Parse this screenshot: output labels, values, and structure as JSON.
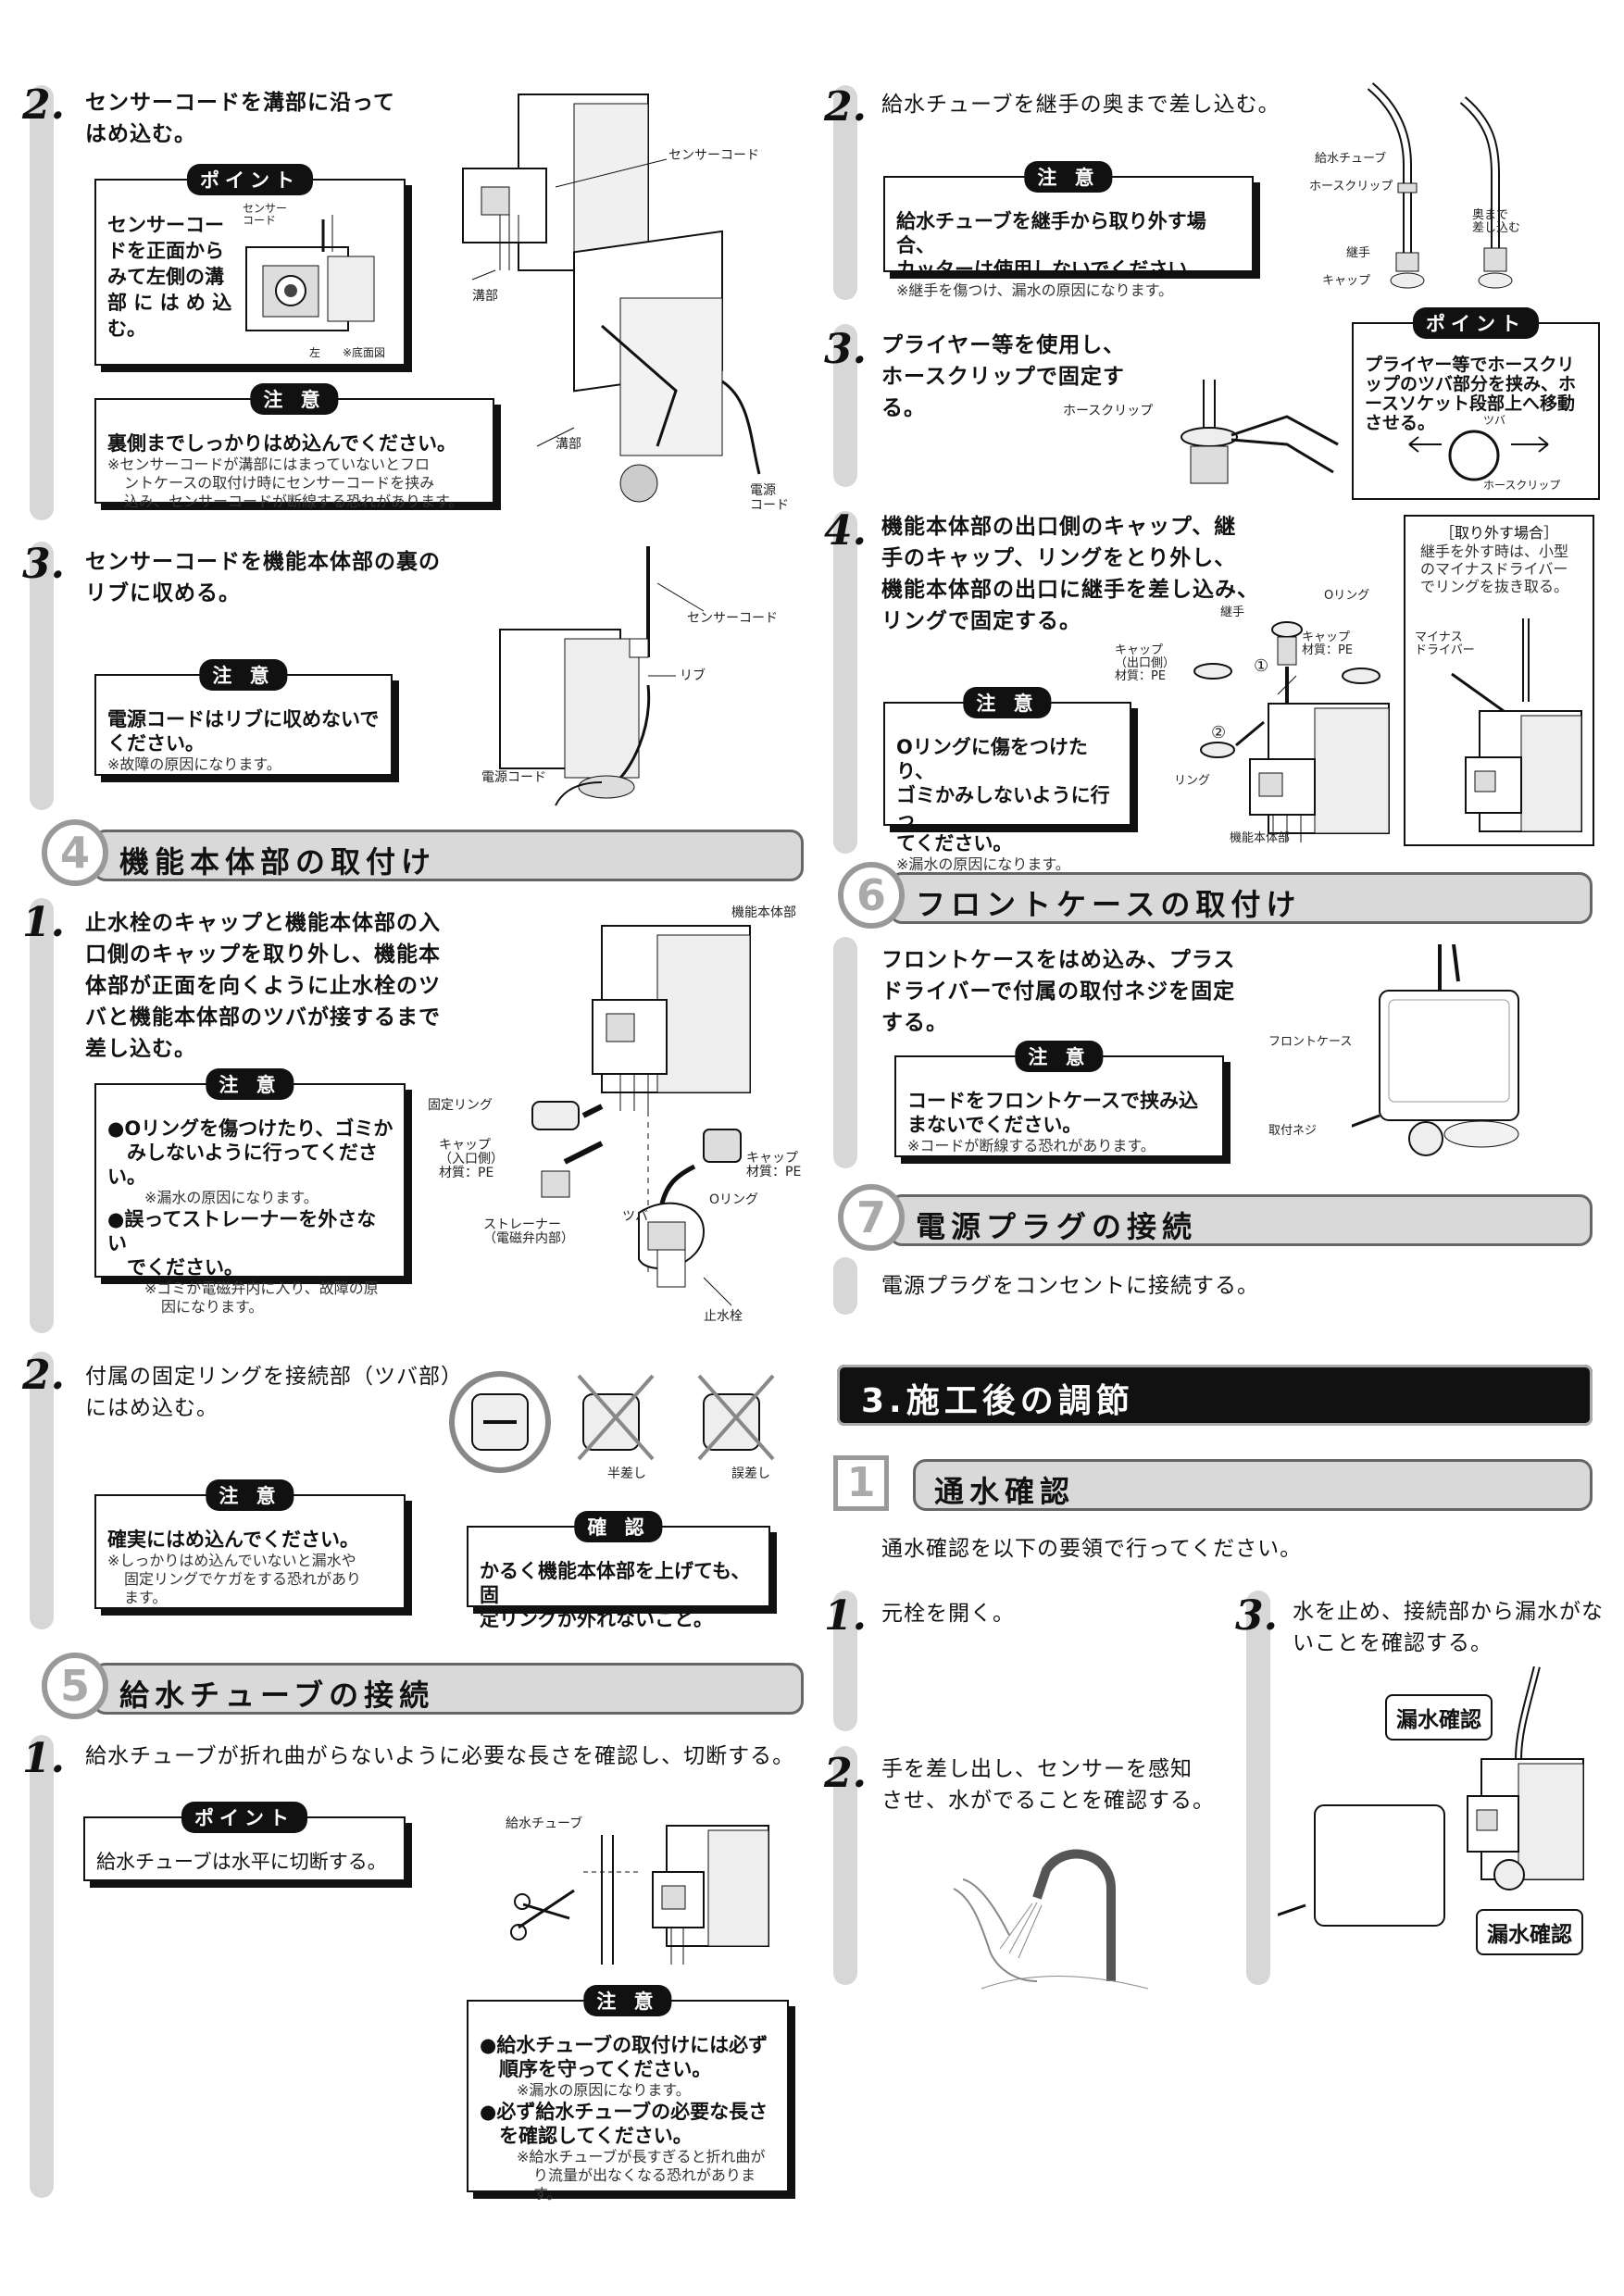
{
  "left": {
    "s2": {
      "num": "2.",
      "text1": "センサーコードを溝部に沿って",
      "text2": "はめ込む。",
      "point": {
        "badge": "ポイント",
        "l1": "センサーコー",
        "l2": "ドを正面から",
        "l3": "みて左側の溝",
        "l4": "部 に は め 込",
        "l5": "む。"
      },
      "caution": {
        "badge": "注 意",
        "t1": "裏側までしっかりはめ込んでください。",
        "s1": "※センサーコードが溝部にはまっていないとフロ",
        "s2": "ントケースの取付け時にセンサーコードを挟み",
        "s3": "込み、センサーコードが断線する恐れがあります。"
      },
      "labels": {
        "sensor_small": "センサー",
        "code_small": "コード",
        "left": "左",
        "bottom_view": "※底面図",
        "sensor_code": "センサーコード",
        "groove1": "溝部",
        "groove2": "溝部",
        "power": "電源",
        "code": "コード"
      }
    },
    "s3": {
      "num": "3.",
      "text1": "センサーコードを機能本体部の裏の",
      "text2": "リブに収める。",
      "caution": {
        "badge": "注 意",
        "t1": "電源コードはリブに収めないで",
        "t2": "ください。",
        "s1": "※故障の原因になります。"
      },
      "labels": {
        "sensor_code": "センサーコード",
        "rib": "リブ",
        "power_code": "電源コード"
      }
    },
    "sec4": {
      "num": "4",
      "title": "機能本体部の取付け"
    },
    "s4_1": {
      "num": "1.",
      "l1": "止水栓のキャップと機能本体部の入",
      "l2": "口側のキャップを取り外し、機能本",
      "l3": "体部が正面を向くように止水栓のツ",
      "l4": "バと機能本体部のツバが接するまで",
      "l5": "差し込む。",
      "caution": {
        "badge": "注 意",
        "t1": "●Oリングを傷つけたり、ゴミか",
        "t2": "　みしないように行ってください。",
        "s1": "※漏水の原因になります。",
        "t3": "●誤ってストレーナーを外さない",
        "t4": "　でください。",
        "s2": "※ゴミが電磁弁内に入り、故障の原",
        "s3": "因になります。"
      },
      "labels": {
        "body": "機能本体部",
        "ring": "固定リング",
        "cap_in1": "キャップ",
        "cap_in2": "（入口側）",
        "cap_in3": "材質：PE",
        "cap1": "キャップ",
        "cap2": "材質：PE",
        "strainer1": "ストレーナー",
        "strainer2": "（電磁弁内部）",
        "tsuba": "ツバ",
        "oring": "Oリング",
        "valve": "止水栓"
      }
    },
    "s4_2": {
      "num": "2.",
      "l1": "付属の固定リングを接続部（ツバ部）",
      "l2": "にはめ込む。",
      "caution": {
        "badge": "注 意",
        "t1": "確実にはめ込んでください。",
        "s1": "※しっかりはめ込んでいないと漏水や",
        "s2": "固定リングでケガをする恐れがあり",
        "s3": "ます。"
      },
      "confirm": {
        "badge": "確 認",
        "t1": "かるく機能本体部を上げても、固",
        "t2": "定リングが外れないこと。"
      },
      "labels": {
        "half": "半差し",
        "wrong": "誤差し"
      }
    },
    "sec5": {
      "num": "5",
      "title": "給水チューブの接続"
    },
    "s5_1": {
      "num": "1.",
      "text": "給水チューブが折れ曲がらないように必要な長さを確認し、切断する。",
      "point": {
        "badge": "ポイント",
        "t1": "給水チューブは水平に切断する。"
      },
      "caution": {
        "badge": "注 意",
        "t1": "●給水チューブの取付けには必ず",
        "t2": "　順序を守ってください。",
        "s1": "※漏水の原因になります。",
        "t3": "●必ず給水チューブの必要な長さ",
        "t4": "　を確認してください。",
        "s2": "※給水チューブが長すぎると折れ曲が",
        "s3": "り流量が出なくなる恐れがあります。"
      },
      "labels": {
        "tube": "給水チューブ"
      }
    }
  },
  "right": {
    "s5_2": {
      "num": "2.",
      "text": "給水チューブを継手の奥まで差し込む。",
      "caution": {
        "badge": "注 意",
        "t1": "給水チューブを継手から取り外す場合、",
        "t2": "カッターは使用しないでください。",
        "s1": "※継手を傷つけ、漏水の原因になります。"
      },
      "labels": {
        "tube": "給水チューブ",
        "clip": "ホースクリップ",
        "joint": "継手",
        "cap": "キャップ",
        "deep1": "奥まで",
        "deep2": "差し込む"
      }
    },
    "s5_3": {
      "num": "3.",
      "l1": "プライヤー等を使用し、",
      "l2": "ホースクリップで固定す",
      "l3": "る。",
      "point": {
        "badge": "ポイント",
        "t1": "プライヤー等でホースクリ",
        "t2": "ップのツバ部分を挟み、ホ",
        "t3": "ースソケット段部上へ移動",
        "t4": "させる。"
      },
      "labels": {
        "clip": "ホースクリップ",
        "tsuba": "ツバ",
        "clip2": "ホースクリップ"
      }
    },
    "s5_4": {
      "num": "4.",
      "l1": "機能本体部の出口側のキャップ、継",
      "l2": "手のキャップ、リングをとり外し、",
      "l3": "機能本体部の出口に継手を差し込み、",
      "l4": "リングで固定する。",
      "caution": {
        "badge": "注 意",
        "t1": "Oリングに傷をつけたり、",
        "t2": "ゴミかみしないように行っ",
        "t3": "てください。",
        "s1": "※漏水の原因になります。"
      },
      "remove": {
        "title": "［取り外す場合］",
        "t1": "継手を外す時は、小型",
        "t2": "のマイナスドライバー",
        "t3": "でリングを抜き取る。",
        "driver1": "マイナス",
        "driver2": "ドライバー"
      },
      "labels": {
        "joint": "継手",
        "oring": "Oリング",
        "cap_out1": "キャップ",
        "cap_out2": "（出口側）",
        "cap_out3": "材質：PE",
        "cap1": "キャップ",
        "cap2": "材質：PE",
        "ring": "リング",
        "body": "機能本体部",
        "n1": "①",
        "n2": "②"
      }
    },
    "sec6": {
      "num": "6",
      "title": "フロントケースの取付け",
      "l1": "フロントケースをはめ込み、プラス",
      "l2": "ドライバーで付属の取付ネジを固定",
      "l3": "する。",
      "caution": {
        "badge": "注 意",
        "t1": "コードをフロントケースで挟み込",
        "t2": "まないでください。",
        "s1": "※コードが断線する恐れがあります。"
      },
      "labels": {
        "front": "フロントケース",
        "screw": "取付ネジ"
      }
    },
    "sec7": {
      "num": "7",
      "title": "電源プラグの接続",
      "text": "電源プラグをコンセントに接続する。"
    },
    "ch3": {
      "title": "3.施工後の調節"
    },
    "sub1": {
      "num": "1",
      "title": "通水確認",
      "intro": "通水確認を以下の要領で行ってください。"
    },
    "c1": {
      "num": "1.",
      "text": "元栓を開く。"
    },
    "c2": {
      "num": "2.",
      "l1": "手を差し出し、センサーを感知",
      "l2": "させ、水がでることを確認する。"
    },
    "c3": {
      "num": "3.",
      "l1": "水を止め、接続部から漏水がな",
      "l2": "いことを確認する。",
      "leak1": "漏水確認",
      "leak2": "漏水確認"
    }
  }
}
